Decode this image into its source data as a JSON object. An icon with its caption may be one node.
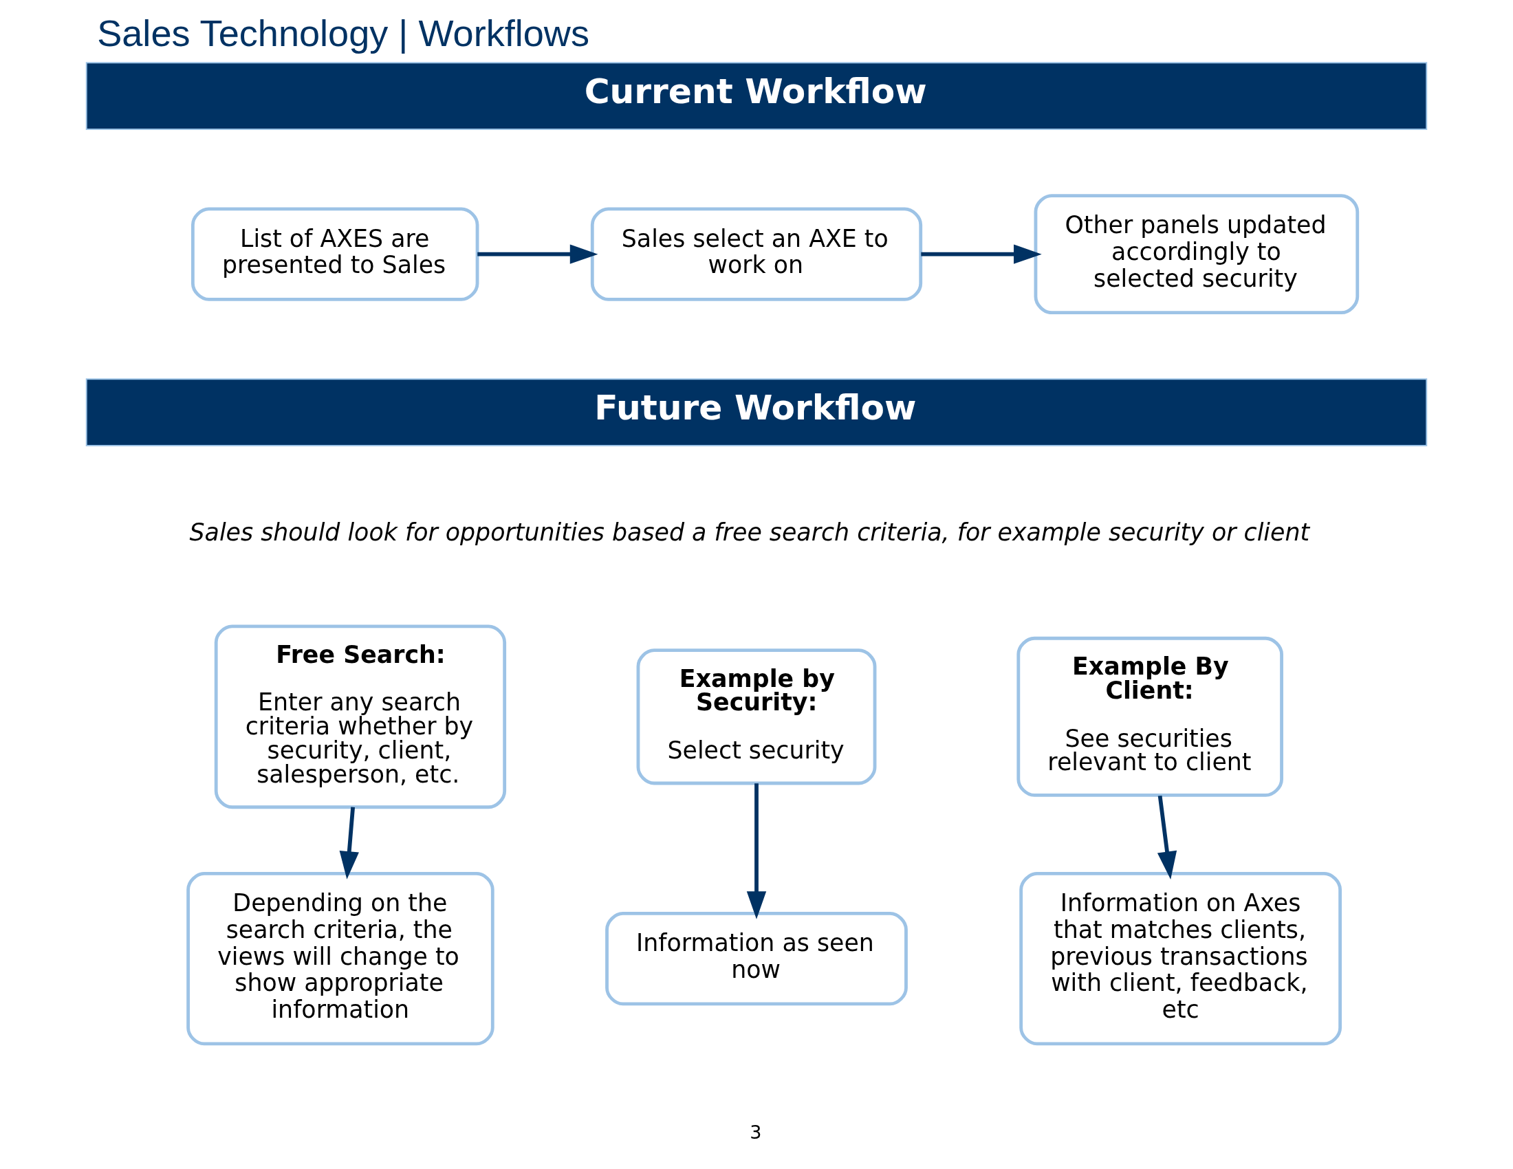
{
  "diagram": {
    "title": "Sales Technology | Workflows",
    "nodes": [
      {
        "text": [
          "Current Workflow"
        ]
      },
      {
        "text": [
          "List of AXES are presented to Sales"
        ]
      },
      {
        "text": [
          "Sales select an AXE to work on"
        ]
      },
      {
        "text": [
          "Other panels updated accordingly to selected security"
        ]
      },
      {
        "text": [
          "Future Workflow"
        ]
      },
      {
        "text": [
          "Free Search:",
          "Enter any search criteria whether by security, client, salesperson, etc."
        ]
      },
      {
        "text": [
          "Depending on the search criteria, the views will change to show appropriate information"
        ]
      },
      {
        "text": [
          "Example by Security:",
          "Select security"
        ]
      },
      {
        "text": [
          "Information as seen now"
        ]
      },
      {
        "text": [
          "Example By Client:",
          "See securities relevant to client"
        ]
      },
      {
        "text": [
          "Information on Axes that matches clients, previous transactions with client, feedback, etc"
        ]
      }
    ],
    "edges": [
      {
        "from": 1,
        "to": 2,
        "arrow": "to"
      },
      {
        "from": 2,
        "to": 3,
        "arrow": "to"
      },
      {
        "from": 5,
        "to": 6,
        "arrow": "to"
      },
      {
        "from": 7,
        "to": 8,
        "arrow": "to"
      },
      {
        "from": 9,
        "to": 10,
        "arrow": "to"
      }
    ],
    "labels": [
      "Sales should look for opportunities based a free search criteria, for example security or client",
      "3"
    ]
  }
}
